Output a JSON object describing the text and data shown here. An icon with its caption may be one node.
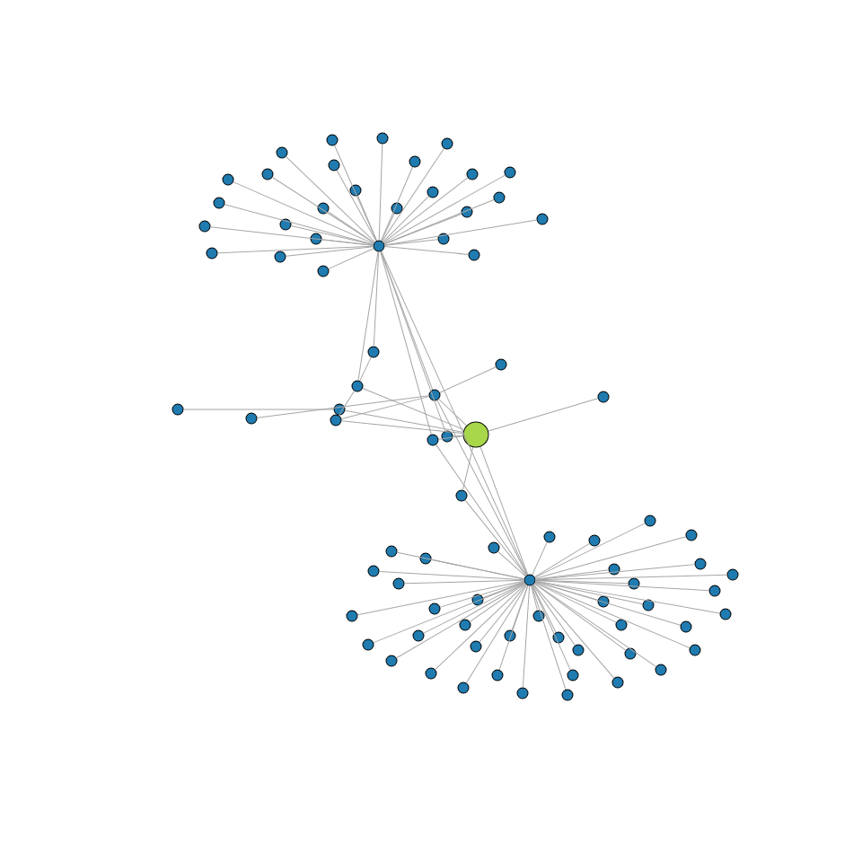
{
  "diagram": {
    "nodes": [
      {
        "text": [],
        "shape": "circle"
      },
      {
        "text": [],
        "shape": "circle"
      },
      {
        "text": [],
        "shape": "circle"
      },
      {
        "text": [],
        "shape": "circle"
      },
      {
        "text": [],
        "shape": "circle"
      },
      {
        "text": [],
        "shape": "circle"
      },
      {
        "text": [],
        "shape": "circle"
      },
      {
        "text": [],
        "shape": "circle"
      },
      {
        "text": [],
        "shape": "circle"
      },
      {
        "text": [],
        "shape": "circle"
      },
      {
        "text": [],
        "shape": "circle"
      },
      {
        "text": [],
        "shape": "circle"
      },
      {
        "text": [],
        "shape": "circle"
      },
      {
        "text": [],
        "shape": "circle"
      },
      {
        "text": [],
        "shape": "circle"
      },
      {
        "text": [],
        "shape": "circle"
      },
      {
        "text": [],
        "shape": "circle"
      },
      {
        "text": [],
        "shape": "circle"
      },
      {
        "text": [],
        "shape": "circle"
      },
      {
        "text": [],
        "shape": "circle"
      },
      {
        "text": [],
        "shape": "circle"
      },
      {
        "text": [],
        "shape": "circle"
      },
      {
        "text": [],
        "shape": "circle"
      },
      {
        "text": [],
        "shape": "circle"
      },
      {
        "text": [],
        "shape": "circle"
      },
      {
        "text": [],
        "shape": "circle"
      },
      {
        "text": [],
        "shape": "circle"
      },
      {
        "text": [],
        "shape": "circle"
      },
      {
        "text": [],
        "shape": "circle"
      },
      {
        "text": [],
        "shape": "circle"
      },
      {
        "text": [],
        "shape": "circle"
      },
      {
        "text": [],
        "shape": "circle"
      },
      {
        "text": [],
        "shape": "circle"
      },
      {
        "text": [],
        "shape": "circle"
      },
      {
        "text": [],
        "shape": "circle"
      },
      {
        "text": [],
        "shape": "circle"
      },
      {
        "text": [],
        "shape": "circle"
      },
      {
        "text": [],
        "shape": "circle"
      },
      {
        "text": [],
        "shape": "circle"
      },
      {
        "text": [],
        "shape": "circle"
      },
      {
        "text": [],
        "shape": "circle"
      },
      {
        "text": [],
        "shape": "circle"
      },
      {
        "text": [],
        "shape": "circle"
      },
      {
        "text": [],
        "shape": "circle"
      },
      {
        "text": [],
        "shape": "circle"
      },
      {
        "text": [],
        "shape": "circle"
      },
      {
        "text": [],
        "shape": "circle"
      },
      {
        "text": [],
        "shape": "circle"
      },
      {
        "text": [],
        "shape": "circle"
      },
      {
        "text": [],
        "shape": "circle"
      },
      {
        "text": [],
        "shape": "circle"
      },
      {
        "text": [],
        "shape": "circle"
      },
      {
        "text": [],
        "shape": "circle"
      },
      {
        "text": [],
        "shape": "circle"
      },
      {
        "text": [],
        "shape": "circle"
      },
      {
        "text": [],
        "shape": "circle"
      },
      {
        "text": [],
        "shape": "circle"
      },
      {
        "text": [],
        "shape": "circle"
      },
      {
        "text": [],
        "shape": "circle"
      },
      {
        "text": [],
        "shape": "circle"
      },
      {
        "text": [],
        "shape": "circle"
      },
      {
        "text": [],
        "shape": "circle"
      },
      {
        "text": [],
        "shape": "circle"
      },
      {
        "text": [],
        "shape": "circle"
      },
      {
        "text": [],
        "shape": "circle"
      },
      {
        "text": [],
        "shape": "circle"
      },
      {
        "text": [],
        "shape": "circle"
      },
      {
        "text": [],
        "shape": "circle"
      },
      {
        "text": [],
        "shape": "circle"
      },
      {
        "text": [],
        "shape": "circle"
      },
      {
        "text": [],
        "shape": "circle"
      },
      {
        "text": [],
        "shape": "circle"
      },
      {
        "text": [],
        "shape": "circle"
      },
      {
        "text": [],
        "shape": "circle"
      },
      {
        "text": [],
        "shape": "circle"
      },
      {
        "text": [],
        "shape": "circle"
      },
      {
        "text": [],
        "shape": "circle"
      },
      {
        "text": [],
        "shape": "circle"
      },
      {
        "text": [],
        "shape": "circle"
      },
      {
        "text": [],
        "shape": "circle"
      },
      {
        "text": [],
        "shape": "circle"
      },
      {
        "text": [],
        "shape": "circle"
      }
    ],
    "edges": [
      {
        "from": 0,
        "to": 1,
        "arrow": "none"
      },
      {
        "from": 0,
        "to": 2,
        "arrow": "none"
      },
      {
        "from": 0,
        "to": 3,
        "arrow": "none"
      },
      {
        "from": 0,
        "to": 4,
        "arrow": "none"
      },
      {
        "from": 0,
        "to": 5,
        "arrow": "none"
      },
      {
        "from": 0,
        "to": 6,
        "arrow": "none"
      },
      {
        "from": 0,
        "to": 7,
        "arrow": "none"
      },
      {
        "from": 0,
        "to": 8,
        "arrow": "none"
      },
      {
        "from": 0,
        "to": 9,
        "arrow": "none"
      },
      {
        "from": 0,
        "to": 10,
        "arrow": "none"
      },
      {
        "from": 0,
        "to": 11,
        "arrow": "none"
      },
      {
        "from": 0,
        "to": 12,
        "arrow": "none"
      },
      {
        "from": 0,
        "to": 13,
        "arrow": "none"
      },
      {
        "from": 0,
        "to": 14,
        "arrow": "none"
      },
      {
        "from": 0,
        "to": 15,
        "arrow": "none"
      },
      {
        "from": 0,
        "to": 16,
        "arrow": "none"
      },
      {
        "from": 0,
        "to": 17,
        "arrow": "none"
      },
      {
        "from": 0,
        "to": 18,
        "arrow": "none"
      },
      {
        "from": 0,
        "to": 19,
        "arrow": "none"
      },
      {
        "from": 0,
        "to": 20,
        "arrow": "none"
      },
      {
        "from": 0,
        "to": 21,
        "arrow": "none"
      },
      {
        "from": 0,
        "to": 22,
        "arrow": "none"
      },
      {
        "from": 0,
        "to": 23,
        "arrow": "none"
      },
      {
        "from": 0,
        "to": 24,
        "arrow": "none"
      },
      {
        "from": 0,
        "to": 25,
        "arrow": "none"
      },
      {
        "from": 0,
        "to": 26,
        "arrow": "none"
      },
      {
        "from": 0,
        "to": 27,
        "arrow": "none"
      },
      {
        "from": 0,
        "to": 29,
        "arrow": "none"
      },
      {
        "from": 0,
        "to": 30,
        "arrow": "none"
      },
      {
        "from": 0,
        "to": 37,
        "arrow": "none"
      },
      {
        "from": 0,
        "to": 38,
        "arrow": "none"
      },
      {
        "from": 0,
        "to": 40,
        "arrow": "none"
      },
      {
        "from": 27,
        "to": 29,
        "arrow": "none"
      },
      {
        "from": 29,
        "to": 35,
        "arrow": "none"
      },
      {
        "from": 32,
        "to": 33,
        "arrow": "none"
      },
      {
        "from": 34,
        "to": 30,
        "arrow": "none"
      },
      {
        "from": 35,
        "to": 30,
        "arrow": "none"
      },
      {
        "from": 33,
        "to": 36,
        "arrow": "none"
      },
      {
        "from": 35,
        "to": 36,
        "arrow": "none"
      },
      {
        "from": 30,
        "to": 28,
        "arrow": "none"
      },
      {
        "from": 36,
        "to": 31,
        "arrow": "none"
      },
      {
        "from": 36,
        "to": 30,
        "arrow": "none"
      },
      {
        "from": 36,
        "to": 37,
        "arrow": "none"
      },
      {
        "from": 36,
        "to": 38,
        "arrow": "none"
      },
      {
        "from": 36,
        "to": 39,
        "arrow": "none"
      },
      {
        "from": 39,
        "to": 40,
        "arrow": "none"
      },
      {
        "from": 36,
        "to": 40,
        "arrow": "none"
      },
      {
        "from": 30,
        "to": 40,
        "arrow": "none"
      },
      {
        "from": 38,
        "to": 40,
        "arrow": "none"
      },
      {
        "from": 29,
        "to": 36,
        "arrow": "none"
      },
      {
        "from": 40,
        "to": 41,
        "arrow": "none"
      },
      {
        "from": 40,
        "to": 42,
        "arrow": "none"
      },
      {
        "from": 40,
        "to": 43,
        "arrow": "none"
      },
      {
        "from": 40,
        "to": 44,
        "arrow": "none"
      },
      {
        "from": 40,
        "to": 45,
        "arrow": "none"
      },
      {
        "from": 40,
        "to": 46,
        "arrow": "none"
      },
      {
        "from": 40,
        "to": 47,
        "arrow": "none"
      },
      {
        "from": 40,
        "to": 48,
        "arrow": "none"
      },
      {
        "from": 40,
        "to": 49,
        "arrow": "none"
      },
      {
        "from": 40,
        "to": 50,
        "arrow": "none"
      },
      {
        "from": 40,
        "to": 51,
        "arrow": "none"
      },
      {
        "from": 40,
        "to": 52,
        "arrow": "none"
      },
      {
        "from": 40,
        "to": 53,
        "arrow": "none"
      },
      {
        "from": 40,
        "to": 54,
        "arrow": "none"
      },
      {
        "from": 40,
        "to": 55,
        "arrow": "none"
      },
      {
        "from": 40,
        "to": 56,
        "arrow": "none"
      },
      {
        "from": 40,
        "to": 57,
        "arrow": "none"
      },
      {
        "from": 40,
        "to": 58,
        "arrow": "none"
      },
      {
        "from": 40,
        "to": 59,
        "arrow": "none"
      },
      {
        "from": 40,
        "to": 60,
        "arrow": "none"
      },
      {
        "from": 40,
        "to": 61,
        "arrow": "none"
      },
      {
        "from": 40,
        "to": 62,
        "arrow": "none"
      },
      {
        "from": 40,
        "to": 63,
        "arrow": "none"
      },
      {
        "from": 40,
        "to": 64,
        "arrow": "none"
      },
      {
        "from": 40,
        "to": 65,
        "arrow": "none"
      },
      {
        "from": 40,
        "to": 66,
        "arrow": "none"
      },
      {
        "from": 40,
        "to": 67,
        "arrow": "none"
      },
      {
        "from": 40,
        "to": 68,
        "arrow": "none"
      },
      {
        "from": 40,
        "to": 69,
        "arrow": "none"
      },
      {
        "from": 40,
        "to": 70,
        "arrow": "none"
      },
      {
        "from": 40,
        "to": 71,
        "arrow": "none"
      },
      {
        "from": 40,
        "to": 72,
        "arrow": "none"
      },
      {
        "from": 40,
        "to": 73,
        "arrow": "none"
      },
      {
        "from": 40,
        "to": 74,
        "arrow": "none"
      },
      {
        "from": 40,
        "to": 75,
        "arrow": "none"
      },
      {
        "from": 40,
        "to": 76,
        "arrow": "none"
      },
      {
        "from": 40,
        "to": 77,
        "arrow": "none"
      },
      {
        "from": 40,
        "to": 78,
        "arrow": "none"
      },
      {
        "from": 40,
        "to": 79,
        "arrow": "none"
      },
      {
        "from": 40,
        "to": 80,
        "arrow": "none"
      },
      {
        "from": 40,
        "to": 81,
        "arrow": "none"
      }
    ]
  }
}
